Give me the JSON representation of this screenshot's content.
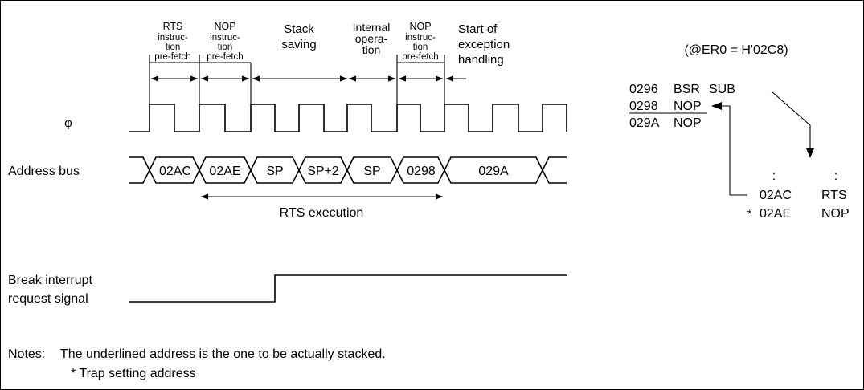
{
  "phases": [
    {
      "lines": [
        "RTS",
        "instruc-",
        "tion",
        "pre-fetch"
      ]
    },
    {
      "lines": [
        "NOP",
        "instruc-",
        "tion",
        "pre-fetch"
      ]
    },
    {
      "lines": [
        "Stack",
        "saving"
      ]
    },
    {
      "lines": [
        "Internal",
        "opera-",
        "tion"
      ]
    },
    {
      "lines": [
        "NOP",
        "instruc-",
        "tion",
        "pre-fetch"
      ]
    },
    {
      "lines": [
        "Start of",
        "exception",
        "handling"
      ]
    }
  ],
  "signals": {
    "clock_label": "φ",
    "address_bus_label": "Address bus",
    "break_label_line1": "Break interrupt",
    "break_label_line2": "request signal"
  },
  "address_bus_values": [
    "02AC",
    "02AE",
    "SP",
    "SP+2",
    "SP",
    "0298",
    "029A"
  ],
  "rts_execution_label": "RTS execution",
  "memory": {
    "register_note": "(@ER0 = H'02C8)",
    "rows": [
      {
        "addr": "0296",
        "mnemonic": "BSR",
        "operand": "SUB"
      },
      {
        "addr": "0298",
        "mnemonic": "NOP",
        "operand": ""
      },
      {
        "addr": "029A",
        "mnemonic": "NOP",
        "operand": ""
      }
    ],
    "ellipsis": ":",
    "sub_rows": [
      {
        "marker": "",
        "addr": "02AC",
        "mnemonic": "RTS"
      },
      {
        "marker": "*",
        "addr": "02AE",
        "mnemonic": "NOP"
      }
    ]
  },
  "notes": {
    "heading": "Notes:",
    "line1": "The underlined address is the one to be actually stacked.",
    "line2": "*  Trap setting address"
  }
}
